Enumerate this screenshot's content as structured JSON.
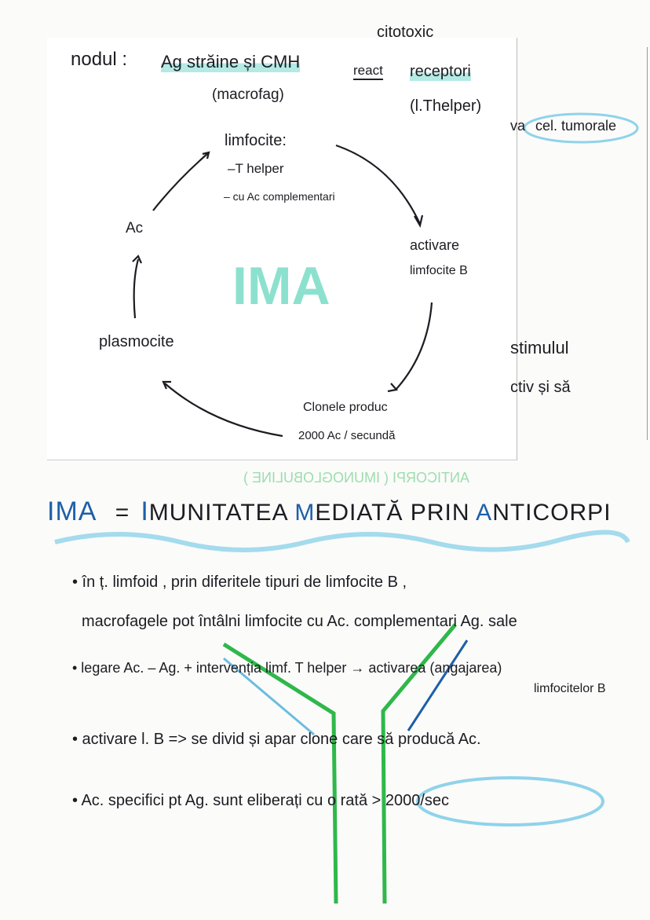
{
  "top_fragment": "citotoxic",
  "diagram": {
    "node_label": "nodul :",
    "ag_label": "Ag străine și CMH",
    "react": "react",
    "receptori": "receptori",
    "macrofag": "(macrofag)",
    "thelper": "(l.Thelper)",
    "limfocite": "limfocite:",
    "limfocite_item1": "–T helper",
    "limfocite_item2": "– cu Ac complementari",
    "ac": "Ac",
    "activare_1": "activare",
    "activare_2": "limfocite B",
    "center": "IMA",
    "plasmocite": "plasmocite",
    "clone_1": "Clonele produc",
    "clone_2": "2000 Ac / secundă"
  },
  "side": {
    "va": "va",
    "tumorale": "cel. tumorale",
    "stimulul": "stimulul",
    "activ": "ctiv și să"
  },
  "mirrored_text": "ANTICORPI ( IMUNOGLOBULINE )",
  "heading": {
    "abbr": "IMA",
    "eq": "=",
    "full_I": "I",
    "full_1": "MUNITATEA ",
    "full_M": "M",
    "full_2": "EDIATĂ PRIN ",
    "full_A": "A",
    "full_3": "NTICORPI"
  },
  "bullets": [
    {
      "line1": "• în ț. limfoid , prin diferitele tipuri de limfocite B ,",
      "line2": "macrofagele pot întâlni limfocite cu Ac. complementari Ag. sale"
    },
    {
      "line1": "• legare Ac. – Ag. + intervenția limf. T helper → activarea (angajarea)",
      "line2": "limfocitelor B"
    },
    {
      "line1": "• activare l. B => se divid și apar clone care să producă Ac."
    },
    {
      "line1": "• Ac. specifici pt Ag. sunt eliberați cu o rată > 2000/sec"
    }
  ],
  "colors": {
    "teal": "#5fd0c4",
    "blue_ink": "#1d5fa8",
    "green": "#2fb84a",
    "light_blue": "#8fd3ea"
  }
}
